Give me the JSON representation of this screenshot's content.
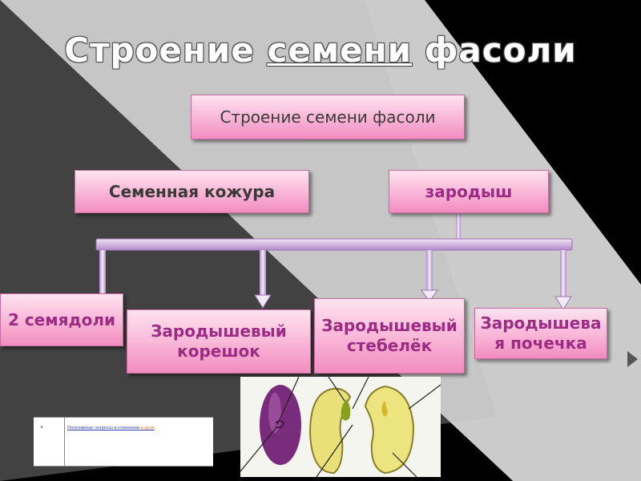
{
  "title": {
    "part1": "Строение",
    "part2": "семени",
    "part3": "фасоли"
  },
  "diagram": {
    "root": "Строение семени фасоли",
    "level1": [
      "Семенная кожура",
      "зародыш"
    ],
    "level2": [
      "2 семядоли",
      "Зародышевый корешок",
      "Зародышевый стебелёк",
      "Зародышевая почечка"
    ]
  },
  "footer_table": {
    "marker": "•",
    "caption": "Популярные: вопросы в сочинении",
    "site": "и др.ru"
  },
  "colors": {
    "box_gradient_top": "#fde3f0",
    "box_gradient_bottom": "#f18cc0",
    "level2_text": "#9b2b83",
    "connector": "#c79ad8",
    "bg_light": "#cbcbcb",
    "bg_dark": "#000000"
  }
}
